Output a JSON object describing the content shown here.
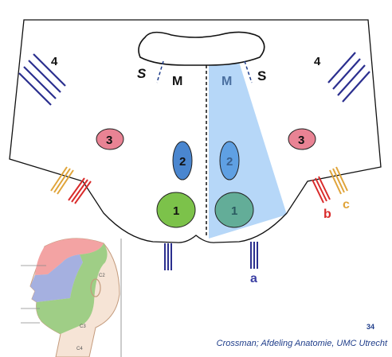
{
  "diagram": {
    "labels": {
      "s_left": "S",
      "s_right": "S",
      "m_left": "M",
      "m_right": "M",
      "four_left": "4",
      "four_right": "4",
      "three_left": "3",
      "three_right": "3",
      "two_left": "2",
      "two_right": "2",
      "one_left": "1",
      "one_right": "1",
      "a": "a",
      "b": "b",
      "c": "c"
    },
    "inset": {
      "c2": "C2",
      "c3": "C3",
      "c4": "C4"
    }
  },
  "page_number": "34",
  "credit": "Crossman; Afdeling Anatomie, UMC Utrecht",
  "colors": {
    "outline": "#111111",
    "nerve_blue": "#2b2f8f",
    "nerve_red": "#d92b2b",
    "nerve_orange": "#e0a43a",
    "ellipse_pink": "#e98394",
    "ellipse_blue": "#4a86cf",
    "ellipse_green": "#7cc24a",
    "highlight": "#a9d0f7",
    "text_dark_blue": "#1f3d8a"
  }
}
